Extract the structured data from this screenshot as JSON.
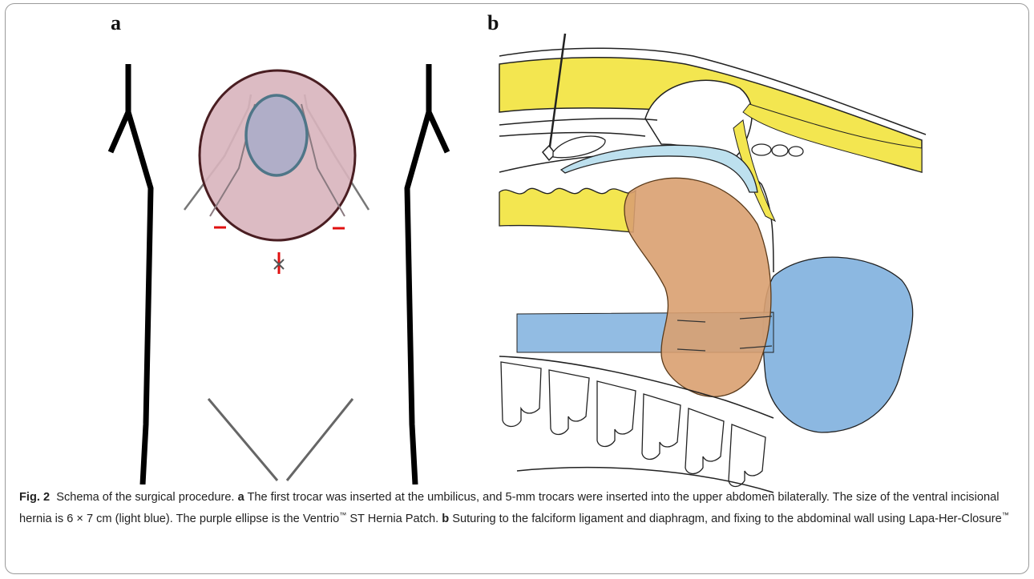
{
  "figure": {
    "panel_a_label": "a",
    "panel_b_label": "b",
    "caption": {
      "fig_number": "Fig. 2",
      "title": "Schema of the surgical procedure.",
      "a_marker": "a",
      "a_text_1": "The first trocar was inserted at the umbilicus, and 5-mm trocars were inserted into the upper abdomen bilaterally. The size of the ventral incisional hernia is 6 × 7 cm (light blue). The purple ellipse is the Ventrio",
      "tm_1": "™",
      "a_text_2": "ST Hernia Patch.",
      "b_marker": "b",
      "b_text_1": "Suturing to the falciform ligament and diaphragm, and fixing to the abdominal wall using Lapa-Her-Closure",
      "tm_2": "™"
    },
    "colors": {
      "patch_fill": "#d8b4bc",
      "patch_stroke": "#4a1e22",
      "hernia_fill": "#b0aec8",
      "hernia_stroke": "#4f7688",
      "trocar_marker": "#e01010",
      "fat_yellow": "#f3e650",
      "liver_brown": "#d9a070",
      "stomach_blue": "#7fb0de",
      "light_blue": "#bde0ee"
    }
  }
}
